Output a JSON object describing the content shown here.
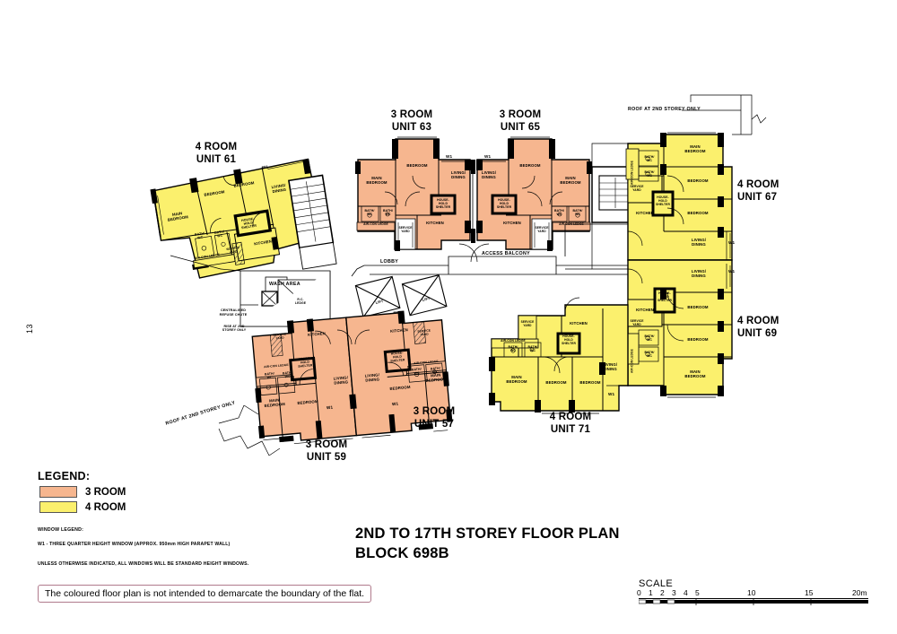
{
  "document": {
    "page_number": "13",
    "title_line_1": "2ND TO 17TH STOREY FLOOR PLAN",
    "title_line_2": "BLOCK 698B"
  },
  "legend": {
    "heading": "LEGEND:",
    "items": [
      {
        "label": "3 ROOM",
        "color": "#F6B68F"
      },
      {
        "label": "4 ROOM",
        "color": "#FBF06D"
      }
    ],
    "window_legend_heading": "WINDOW LEGEND:",
    "window_legend_line_1": "W1  -  THREE QUARTER HEIGHT WINDOW (APPROX. 950mm HIGH PARAPET WALL)",
    "window_legend_line_2": "UNLESS OTHERWISE INDICATED, ALL WINDOWS WILL BE STANDARD HEIGHT WINDOWS.",
    "disclaimer": "The coloured floor plan is not intended to demarcate the boundary of the flat."
  },
  "scale": {
    "label": "SCALE",
    "ticks": [
      "0",
      "1",
      "2",
      "3",
      "4",
      "5",
      "10",
      "15",
      "20m"
    ]
  },
  "units": [
    {
      "id": "61",
      "type": "4 ROOM",
      "label": "4 ROOM\nUNIT 61",
      "color": "#FBF06D"
    },
    {
      "id": "63",
      "type": "3 ROOM",
      "label": "3 ROOM\nUNIT 63",
      "color": "#F6B68F"
    },
    {
      "id": "65",
      "type": "3 ROOM",
      "label": "3 ROOM\nUNIT 65",
      "color": "#F6B68F"
    },
    {
      "id": "67",
      "type": "4 ROOM",
      "label": "4 ROOM\nUNIT 67",
      "color": "#FBF06D"
    },
    {
      "id": "69",
      "type": "4 ROOM",
      "label": "4 ROOM\nUNIT 69",
      "color": "#FBF06D"
    },
    {
      "id": "71",
      "type": "4 ROOM",
      "label": "4 ROOM\nUNIT 71",
      "color": "#FBF06D"
    },
    {
      "id": "57",
      "type": "3 ROOM",
      "label": "3 ROOM\nUNIT 57",
      "color": "#F6B68F"
    },
    {
      "id": "59",
      "type": "3 ROOM",
      "label": "3 ROOM\nUNIT 59",
      "color": "#F6B68F"
    }
  ],
  "annotations": {
    "roof_top_right": "ROOF AT 2ND STOREY ONLY",
    "roof_bottom_left": "ROOF AT 2ND STOREY ONLY",
    "access_balcony": "ACCESS BALCONY",
    "lobby": "LOBBY",
    "wash_area": "WASH AREA",
    "refuse_chute": "CENTRALISED\nREFUSE CHUTE",
    "rise_note": "RISE AT 2ND\nSTOREY ONLY",
    "lift_1": "LIFT",
    "lift_2": "LIFT",
    "lift_3": "LIFT",
    "lift_4": "LIFT",
    "rc_ledge": "R.C.\nLEDGE"
  },
  "room_labels": {
    "main_bedroom": "MAIN\nBEDROOM",
    "bedroom": "BEDROOM",
    "living_dining": "LIVING/\nDINING",
    "kitchen": "KITCHEN",
    "bath_wc": "BATH/\nWC",
    "household_shelter": "HOUSE-\nHOLD\nSHELTER",
    "service_yard": "SERVICE\nYARD",
    "air_con_ledge": "AIR-CON LEDGE",
    "window_w1": "W1"
  }
}
